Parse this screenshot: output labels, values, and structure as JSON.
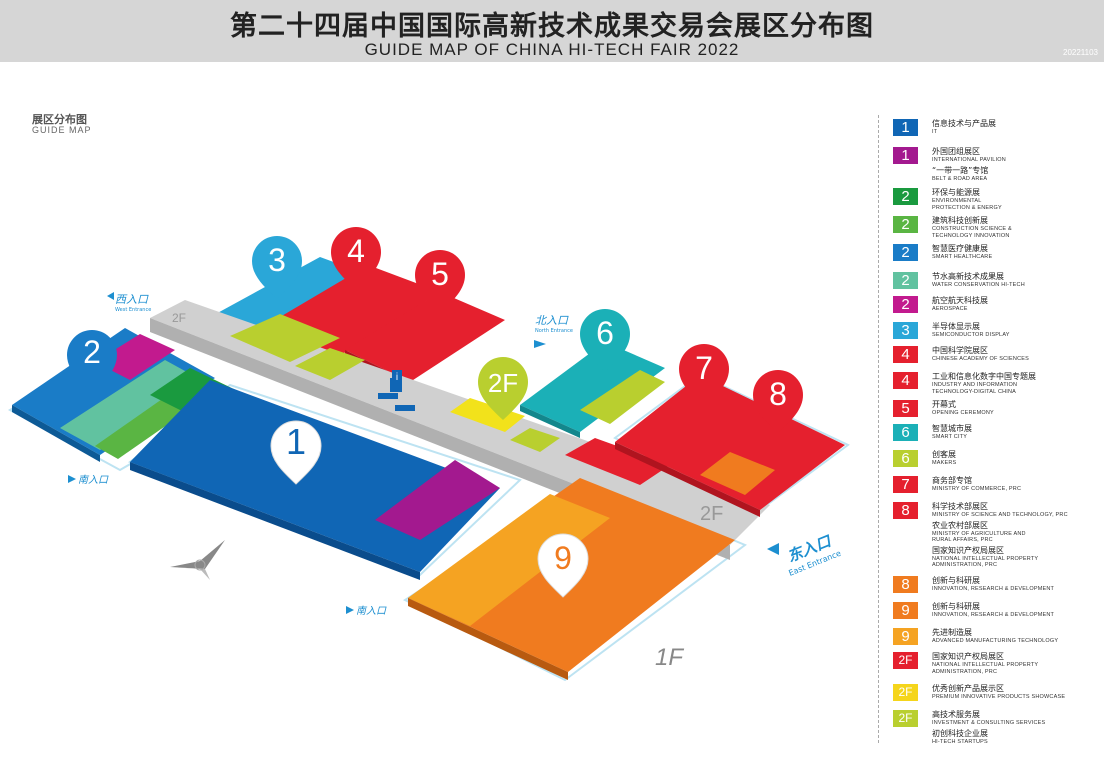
{
  "header": {
    "title_cn": "第二十四届中国国际高新技术成果交易会展区分布图",
    "title_en": "GUIDE MAP OF CHINA HI-TECH FAIR 2022",
    "date_code": "20221103"
  },
  "map_label": {
    "cn": "展区分布图",
    "en": "GUIDE MAP"
  },
  "map": {
    "pins": [
      "1",
      "2",
      "3",
      "4",
      "5",
      "6",
      "7",
      "8",
      "9",
      "2F"
    ],
    "floor_labels": [
      "2F",
      "2F",
      "1F"
    ],
    "entrances": {
      "west_cn": "西入口",
      "west_en": "West Entrance",
      "north_cn": "北入口",
      "north_en": "North Entrance",
      "east_cn": "东入口",
      "east_en": "East Entrance",
      "south1_cn": "南入口",
      "south2_cn": "南入口"
    },
    "info_icon": "i",
    "colors": {
      "blue": "#1066b5",
      "purple": "#a3198f",
      "green": "#1a9a3f",
      "ltgreen": "#5ab543",
      "cyan": "#2aa7d8",
      "teal": "#1bb0b7",
      "mint": "#61c2a0",
      "red": "#e5202e",
      "orange": "#f07b1f",
      "ltorange": "#f5a322",
      "yellow": "#f2e21b",
      "lime": "#b9cf2f",
      "gray": "#c7c7c7"
    }
  },
  "legend": [
    {
      "badge": "1",
      "color": "#1066b5",
      "cn": "信息技术与产品展",
      "en": "IT"
    },
    {
      "badge": "1",
      "color": "#a3198f",
      "cn": "外国团组展区",
      "en": "INTERNATIONAL PAVILION",
      "sub_cn": "“一带一路”专馆",
      "sub_en": "BELT & ROAD AREA"
    },
    {
      "badge": "2",
      "color": "#1a9a3f",
      "cn": "环保与能源展",
      "en": "ENVIRONMENTAL",
      "en2": "PROTECTION & ENERGY"
    },
    {
      "badge": "2",
      "color": "#5ab543",
      "cn": "建筑科技创新展",
      "en": "CONSTRUCTION SCIENCE &",
      "en2": "TECHNOLOGY INNOVATION"
    },
    {
      "badge": "2",
      "color": "#1a7cc7",
      "cn": "智慧医疗健康展",
      "en": "SMART HEALTHCARE"
    },
    {
      "badge": "2",
      "color": "#61c2a0",
      "cn": "节水高新技术成果展",
      "en": "WATER CONSERVATION HI-TECH"
    },
    {
      "badge": "2",
      "color": "#c21a8e",
      "cn": "航空航天科技展",
      "en": "AEROSPACE"
    },
    {
      "badge": "3",
      "color": "#2aa7d8",
      "cn": "半导体显示展",
      "en": "SEMICONDUCTOR DISPLAY"
    },
    {
      "badge": "4",
      "color": "#e5202e",
      "cn": "中国科学院展区",
      "en": "CHINESE ACADEMY OF SCIENCES"
    },
    {
      "badge": "4",
      "color": "#e5202e",
      "cn": "工业和信息化数字中国专题展",
      "en": "INDUSTRY AND INFORMATION",
      "en2": "TECHNOLOGY-DIGITAL CHINA"
    },
    {
      "badge": "5",
      "color": "#e5202e",
      "cn": "开幕式",
      "en": "OPENING CEREMONY"
    },
    {
      "badge": "6",
      "color": "#1bb0b7",
      "cn": "智慧城市展",
      "en": "SMART CITY"
    },
    {
      "badge": "6",
      "color": "#b9cf2f",
      "cn": "创客展",
      "en": "MAKERS"
    },
    {
      "badge": "7",
      "color": "#e5202e",
      "cn": "商务部专馆",
      "en": "MINISTRY OF COMMERCE, PRC"
    },
    {
      "badge": "8",
      "color": "#e5202e",
      "cn": "科学技术部展区",
      "en": "MINISTRY OF SCIENCE AND TECHNOLOGY, PRC",
      "sub_cn": "农业农村部展区",
      "sub_en": "MINISTRY OF AGRICULTURE AND",
      "sub_en2": "RURAL AFFAIRS, PRC",
      "sub2_cn": "国家知识产权局展区",
      "sub2_en": "NATIONAL INTELLECTUAL PROPERTY",
      "sub2_en2": "ADMINISTRATION, PRC"
    },
    {
      "badge": "8",
      "color": "#f07b1f",
      "cn": "创新与科研展",
      "en": "INNOVATION, RESEARCH & DEVELOPMENT"
    },
    {
      "badge": "9",
      "color": "#f07b1f",
      "cn": "创新与科研展",
      "en": "INNOVATION, RESEARCH & DEVELOPMENT"
    },
    {
      "badge": "9",
      "color": "#f5a322",
      "cn": "先进制造展",
      "en": "ADVANCED MANUFACTURING TECHNOLOGY"
    },
    {
      "badge": "2F",
      "color": "#e5202e",
      "cn": "国家知识产权局展区",
      "en": "NATIONAL INTELLECTUAL PROPERTY",
      "en2": "ADMINISTRATION, PRC"
    },
    {
      "badge": "2F",
      "color": "#f5d51b",
      "cn": "优秀创新产品展示区",
      "en": "PREMIUM INNOVATIVE PRODUCTS SHOWCASE"
    },
    {
      "badge": "2F",
      "color": "#b9cf2f",
      "cn": "高技术服务展",
      "en": "INVESTMENT & CONSULTING SERVICES",
      "sub_cn": "初创科技企业展",
      "sub_en": "HI-TECH STARTUPS"
    }
  ]
}
